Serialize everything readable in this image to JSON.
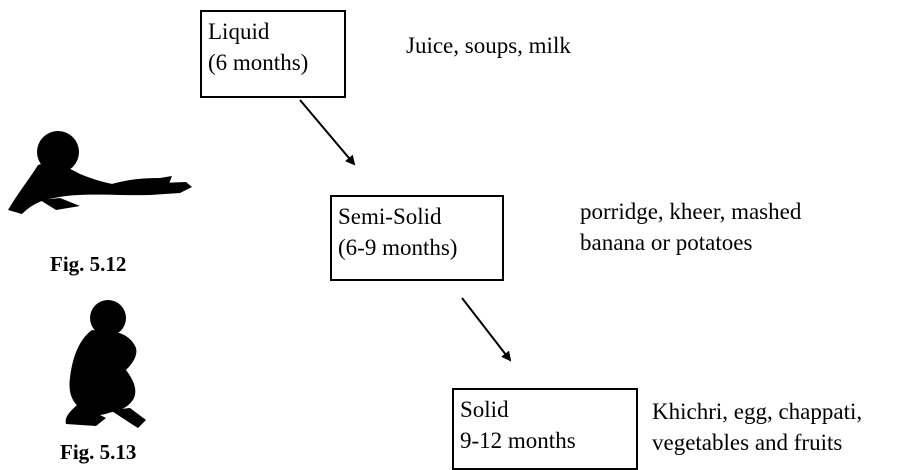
{
  "stages": [
    {
      "name": "Liquid",
      "age": "(6 months)"
    },
    {
      "name": "Semi-Solid",
      "age": "(6-9 months)"
    },
    {
      "name": "Solid",
      "age": "9-12 months"
    }
  ],
  "foods": [
    {
      "line1": "Juice, soups, milk",
      "line2": ""
    },
    {
      "line1": "porridge, kheer, mashed",
      "line2": "banana or potatoes"
    },
    {
      "line1": "Khichri, egg, chappati,",
      "line2": "vegetables and fruits"
    }
  ],
  "figures": [
    {
      "label": "Fig. 5.12",
      "icon": "lying-baby-silhouette-icon"
    },
    {
      "label": "Fig. 5.13",
      "icon": "sitting-baby-silhouette-icon"
    }
  ]
}
